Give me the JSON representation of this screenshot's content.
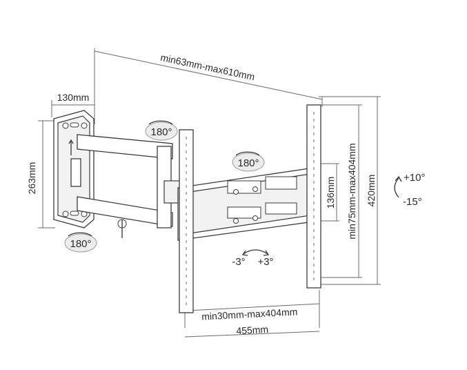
{
  "dimensions": {
    "depth_range": "min63mm-max610mm",
    "wall_plate_width": "130mm",
    "wall_plate_height": "263mm",
    "hole_vertical_range": "min75mm-max404mm",
    "bracket_height": "420mm",
    "arm_offset": "136mm",
    "hole_horizontal_range": "min30mm-max404mm",
    "bracket_width": "455mm"
  },
  "rotations": {
    "wall_top": "180°",
    "wall_bottom": "180°",
    "arm": "180°",
    "tilt_up": "+10°",
    "tilt_down": "-15°",
    "level_left": "-3°",
    "level_right": "+3°"
  },
  "colors": {
    "line": "#3a3a3a",
    "dimension": "#6a6a6a",
    "badge": "#ececec"
  }
}
